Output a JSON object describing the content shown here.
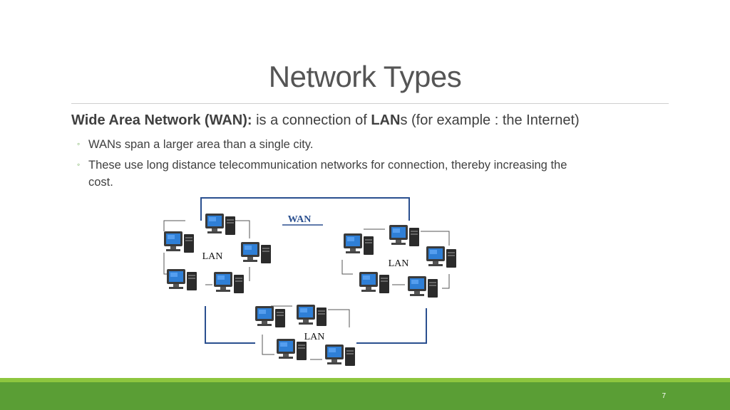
{
  "slide": {
    "title": "Network Types",
    "main_bold": "Wide Area Network (WAN):",
    "main_text": " is a connection of ",
    "main_lan_bold": "LAN",
    "main_rest": "s (for example : the Internet)",
    "bullets": [
      "WANs span a larger area than a single city.",
      "These use long distance telecommunication networks for connection, thereby increasing the",
      "cost."
    ],
    "page_number": "7"
  },
  "diagram": {
    "wan_label": "WAN",
    "lan_labels": [
      "LAN",
      "LAN",
      "LAN"
    ]
  },
  "colors": {
    "footer_green": "#5a9e35",
    "footer_light_green": "#8dc63f",
    "link_blue": "#2a4f8f"
  }
}
